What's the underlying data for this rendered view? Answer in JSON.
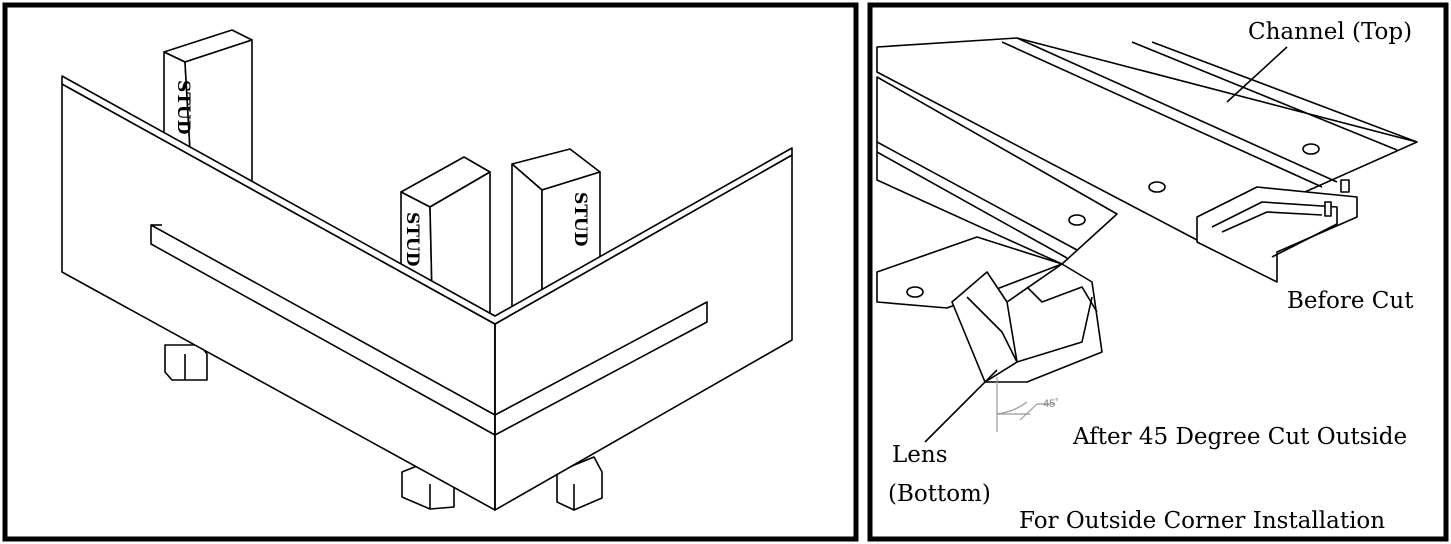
{
  "left_panel": {
    "stud_labels": [
      "STUD",
      "STUD",
      "STUD"
    ]
  },
  "right_panel": {
    "labels": {
      "channel_top": "Channel (Top)",
      "before_cut": "Before Cut",
      "after_cut": "After 45 Degree Cut Outside",
      "lens_line1": "Lens",
      "lens_line2": "(Bottom)",
      "footer": "For Outside Corner Installation"
    },
    "angle": "45˚"
  },
  "colors": {
    "line": "#000000",
    "dim": "#999999",
    "background": "#ffffff"
  }
}
